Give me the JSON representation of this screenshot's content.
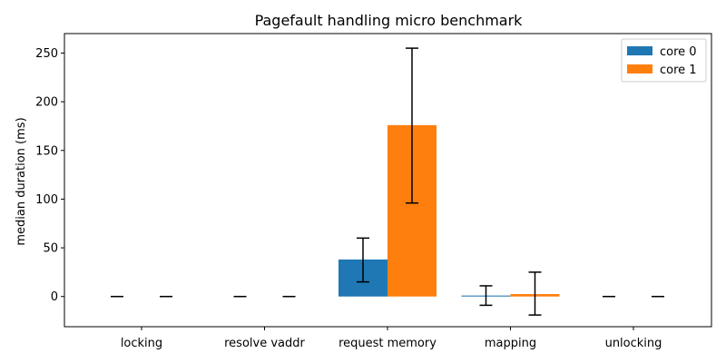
{
  "chart_data": {
    "type": "bar",
    "title": "Pagefault handling micro benchmark",
    "xlabel": "",
    "ylabel": "median duration (ms)",
    "categories": [
      "locking",
      "resolve vaddr",
      "request memory",
      "mapping",
      "unlocking"
    ],
    "series": [
      {
        "name": "core 0",
        "color": "#1f77b4",
        "values": [
          0,
          0,
          38,
          1,
          0
        ],
        "err_low": [
          0,
          0,
          15,
          -9,
          0
        ],
        "err_high": [
          0,
          0,
          60,
          11,
          0
        ]
      },
      {
        "name": "core 1",
        "color": "#ff7f0e",
        "values": [
          0,
          0,
          176,
          2.5,
          0
        ],
        "err_low": [
          0,
          0,
          96,
          -19,
          0
        ],
        "err_high": [
          0,
          0,
          255,
          25,
          0
        ]
      }
    ],
    "ylim": [
      -31,
      270
    ],
    "yticks": [
      0,
      50,
      100,
      150,
      200,
      250
    ],
    "grid": false,
    "legend_position": "top-right"
  }
}
